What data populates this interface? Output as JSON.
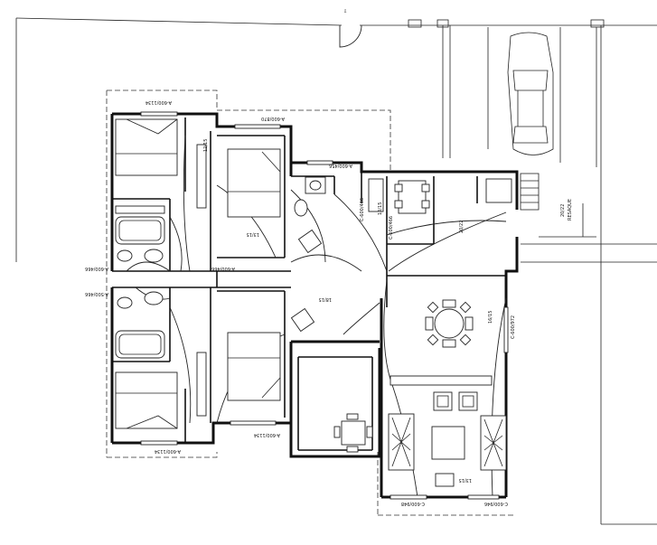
{
  "labels": {
    "resaque": "RESAQUE",
    "window_top_left": "A-600/1134",
    "window_top_mid": "A-600/870",
    "window_kitchen": "A-600/456",
    "window_left_upper": "A-600/466",
    "window_left_lower": "A-500/466",
    "window_mid_hall": "A-600/466",
    "window_bottom_left": "A-600/1134",
    "window_bottom_mid": "A-600/1134",
    "window_living_right": "C-600/972",
    "window_living_bottom_left": "C-600/948",
    "window_living_bottom_right": "C-600/946",
    "door_kitchen": "C-600/466",
    "door_dining": "C-600/466",
    "height_20_22": "20/22",
    "height_20_22b": "20/22",
    "height_10_15": "10/15",
    "height_12_15": "12/15",
    "height_13_15": "13/15",
    "height_18_15": "18/15",
    "height_16_15": "16/15",
    "height_13_15b": "13/15"
  }
}
